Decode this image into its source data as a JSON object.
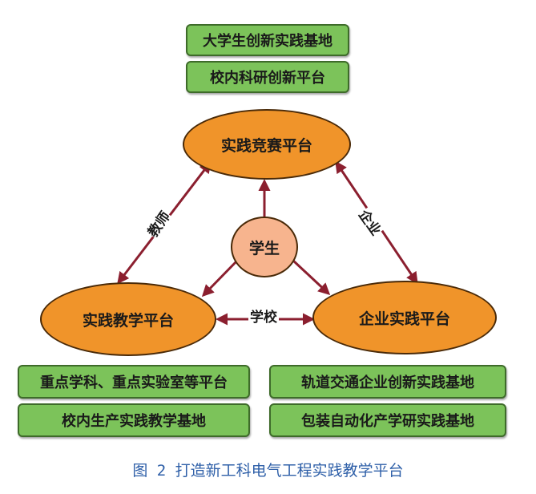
{
  "top_boxes": [
    "大学生创新实践基地",
    "校内科研创新平台"
  ],
  "left_boxes": [
    "重点学科、重点实验室等平台",
    "校内生产实践教学基地"
  ],
  "right_boxes": [
    "轨道交通企业创新实践基地",
    "包装自动化产学研实践基地"
  ],
  "nodes": {
    "top": "实践竞赛平台",
    "left": "实践教学平台",
    "right": "企业实践平台",
    "center": "学生"
  },
  "edge_labels": {
    "left": "教师",
    "right": "企业",
    "bottom": "学校"
  },
  "caption": "图 2 打造新工科电气工程实践教学平台",
  "colors": {
    "box_fill": "#7cc35a",
    "ellipse_fill": "#f0942a",
    "center_fill": "#f7b48e",
    "arrow": "#8b1f2f",
    "caption": "#2e5fa8"
  }
}
